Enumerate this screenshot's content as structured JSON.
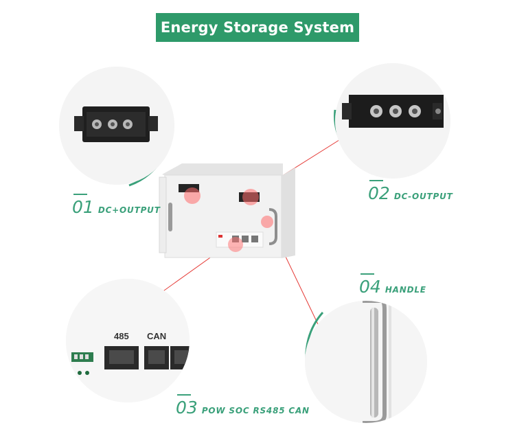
{
  "title": "Energy Storage System",
  "labels": [
    {
      "num": "01",
      "text": "DC+OUTPUT"
    },
    {
      "num": "02",
      "text": "DC-OUTPUT"
    },
    {
      "num": "03",
      "text": "POW SOC RS485 CAN"
    },
    {
      "num": "04",
      "text": "HANDLE"
    }
  ],
  "ports": {
    "port_a": "485",
    "port_b": "CAN"
  },
  "colors": {
    "accent": "#2e9a6a",
    "pointer_line": "#e53935",
    "highlight": "#ff6b6b"
  }
}
